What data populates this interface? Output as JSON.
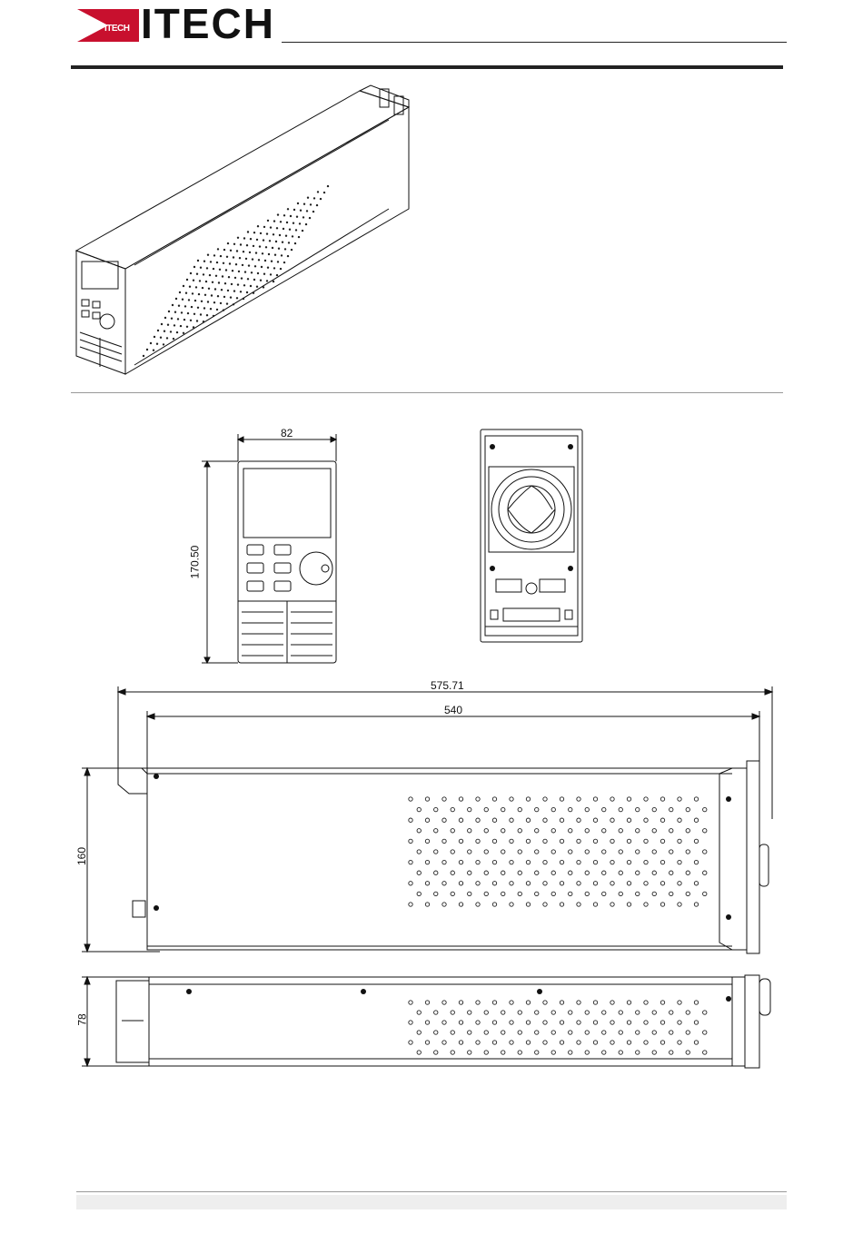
{
  "header": {
    "logo_wordmark": "ITECH",
    "logo_badge_text": "ITECH",
    "brand_red": "#c8102e"
  },
  "drawings": {
    "front_view": {
      "width_label": "82",
      "height_label": "170.50"
    },
    "side_view": {
      "overall_length_label": "575.71",
      "body_length_label": "540",
      "height_label": "160"
    },
    "top_view": {
      "height_label": "78"
    }
  }
}
